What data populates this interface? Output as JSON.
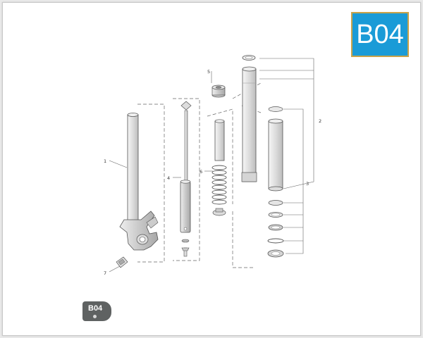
{
  "section_badge": {
    "label": "B04",
    "background": "#1a9bd7",
    "border": "#c9a34a"
  },
  "page_tag": {
    "label": "B04",
    "background": "#5f6262"
  },
  "callouts": {
    "c1": "1",
    "c2": "2",
    "c3": "3",
    "c4": "4",
    "c5": "5",
    "c6": "6",
    "c7": "7"
  }
}
